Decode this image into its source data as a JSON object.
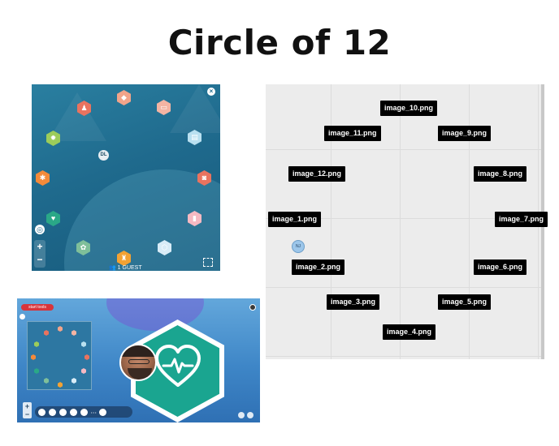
{
  "title": "Circle of 12",
  "colors": {
    "teal_panel": "#1f6a8d",
    "grid_panel": "#ececec",
    "node_bg": "#000000",
    "hex_green": "#1aa590",
    "start_red": "#d8343b"
  },
  "circle_view": {
    "avatar_initials": "DL",
    "close_icon": "×",
    "zoom_in": "+",
    "zoom_out": "−",
    "guest_label": "1 GUEST",
    "hexes": [
      {
        "color": "#e9735f",
        "icon": "user-icon",
        "glyph": "♟"
      },
      {
        "color": "#f2a48a",
        "icon": "badge-icon",
        "glyph": "◆"
      },
      {
        "color": "#f4b4a3",
        "icon": "video-icon",
        "glyph": "▭"
      },
      {
        "color": "#b9e0f0",
        "icon": "document-icon",
        "glyph": "▤"
      },
      {
        "color": "#e9735f",
        "icon": "gift-icon",
        "glyph": "◙"
      },
      {
        "color": "#f6b9c2",
        "icon": "card-icon",
        "glyph": "▮"
      },
      {
        "color": "#d8ecf7",
        "icon": "cube-icon",
        "glyph": "⬡"
      },
      {
        "color": "#f3a233",
        "icon": "trophy-icon",
        "glyph": "♜"
      },
      {
        "color": "#7fbf9a",
        "icon": "plant-icon",
        "glyph": "✿"
      },
      {
        "color": "#2aa887",
        "icon": "heart-icon",
        "glyph": "♥"
      },
      {
        "color": "#f38a3a",
        "icon": "runner-icon",
        "glyph": "✱"
      },
      {
        "color": "#9ccc5a",
        "icon": "sun-icon",
        "glyph": "✹"
      }
    ]
  },
  "grid_view": {
    "avatar_initials": "NJ",
    "nodes": [
      "image_10.png",
      "image_11.png",
      "image_9.png",
      "image_12.png",
      "image_8.png",
      "image_1.png",
      "image_7.png",
      "image_2.png",
      "image_6.png",
      "image_3.png",
      "image_5.png",
      "image_4.png"
    ]
  },
  "video_view": {
    "start_label": "start tools",
    "zoom_in": "+",
    "zoom_out": "−",
    "toolbar_text": "• • •"
  }
}
